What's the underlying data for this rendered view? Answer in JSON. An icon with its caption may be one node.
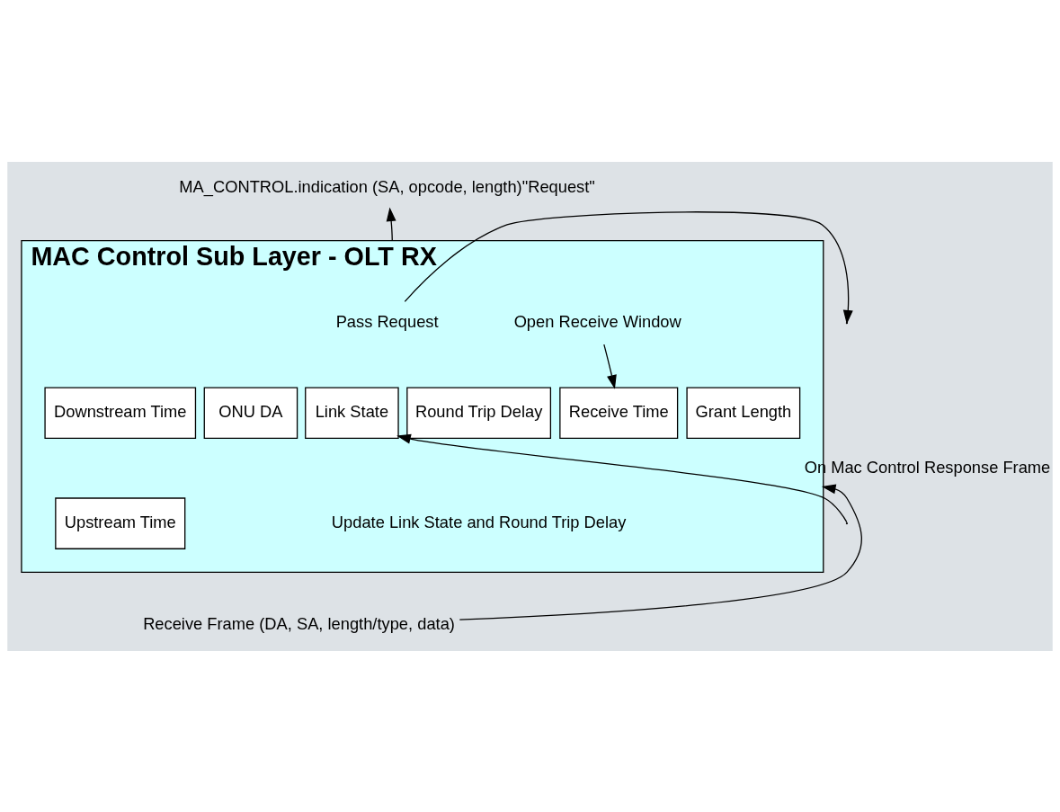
{
  "diagram": {
    "nodes": [
      {
        "text": [
          "MA_CONTROL.indication (SA, opcode, length)\"Request\""
        ]
      },
      {
        "text": [
          "MAC Control Sub Layer - OLT RX"
        ]
      },
      {
        "text": [
          "Pass Request"
        ],
        "in": 1
      },
      {
        "text": [
          "Open Receive Window"
        ],
        "in": 1
      },
      {
        "text": [
          "Downstream Time"
        ],
        "in": 1
      },
      {
        "text": [
          "Upstream Time"
        ],
        "in": 1
      },
      {
        "text": [
          "ONU DA"
        ],
        "in": 1
      },
      {
        "text": [
          "Link State"
        ],
        "in": 1
      },
      {
        "text": [
          "Round Trip Delay"
        ],
        "in": 1
      },
      {
        "text": [
          "Receive Time"
        ],
        "in": 1
      },
      {
        "text": [
          "Grant Length"
        ],
        "in": 1
      },
      {
        "text": [
          "Update Link State and Round Trip Delay"
        ],
        "in": 1
      },
      {
        "text": [
          "Receive Frame (DA, SA, length/type, data)"
        ]
      }
    ],
    "edges": [
      {
        "from": 1,
        "to": 0,
        "arrow": "to"
      },
      {
        "from": 2,
        "to": null,
        "arrow": "to"
      },
      {
        "from": 3,
        "to": 9,
        "arrow": "to"
      },
      {
        "from": null,
        "to": 7,
        "arrow": "to"
      },
      {
        "from": 12,
        "to": 1,
        "arrow": "to",
        "label": "On Mac Control Response Frame"
      }
    ]
  }
}
